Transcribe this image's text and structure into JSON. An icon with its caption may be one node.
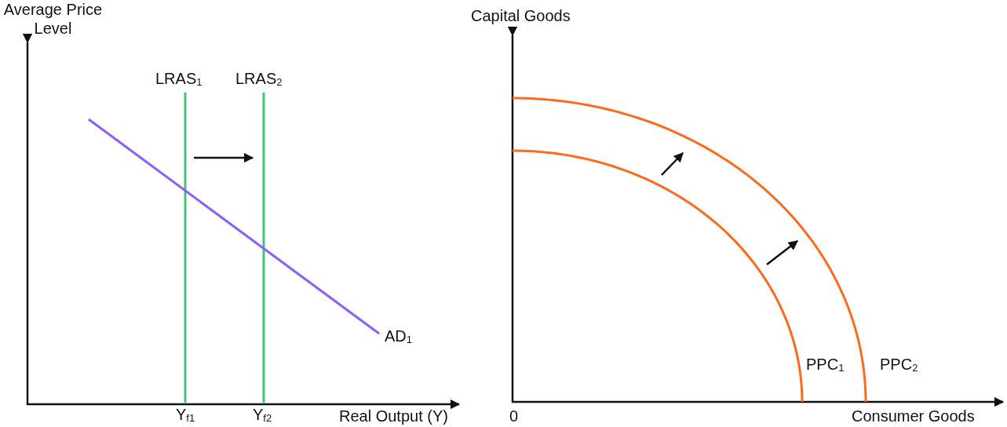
{
  "diagram": {
    "labels": [
      "Average Price Level",
      "LRAS$_{1}$",
      "LRAS$_{2}$",
      "AD$_{1}$",
      "Y$_{f1}$",
      "Y$_{f2}$",
      "Real Output (Y)",
      "Capital Goods",
      "0",
      "PPC$_{1}$",
      "PPC$_{2}$",
      "Consumer Goods"
    ]
  }
}
